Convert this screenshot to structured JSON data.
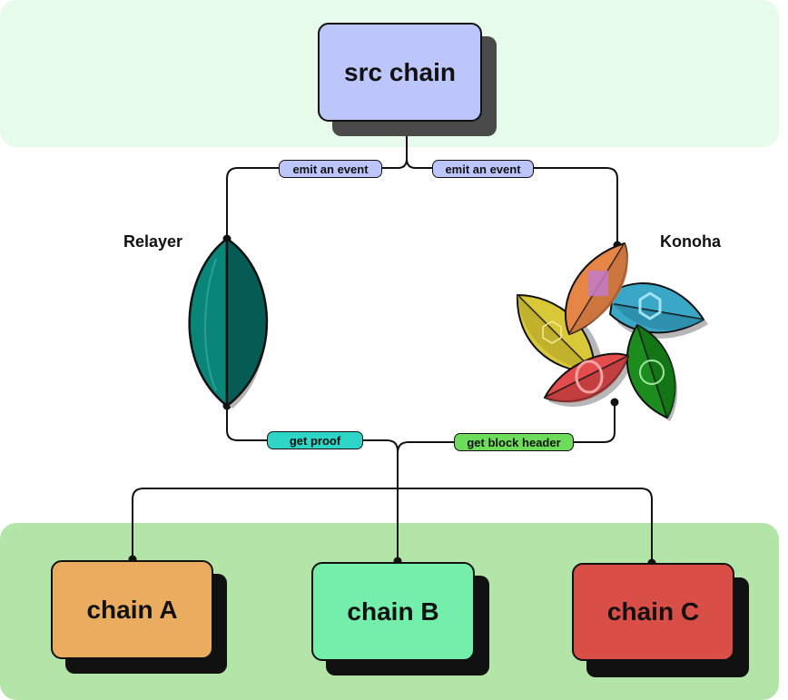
{
  "nodes": {
    "src": {
      "label": "src chain",
      "color": "#bcc6fa"
    },
    "chain_a": {
      "label": "chain A",
      "color": "#eaad60"
    },
    "chain_b": {
      "label": "chain B",
      "color": "#73eeab"
    },
    "chain_c": {
      "label": "chain C",
      "color": "#d94f48"
    }
  },
  "agents": {
    "relayer": {
      "label": "Relayer",
      "leaf_colors": [
        "#0a8579",
        "#075b55"
      ]
    },
    "konoha": {
      "label": "Konoha"
    }
  },
  "edges": {
    "emit_left": {
      "label": "emit an event",
      "color": "#bcc6fa"
    },
    "emit_right": {
      "label": "emit an event",
      "color": "#bcc6fa"
    },
    "get_proof": {
      "label": "get proof",
      "color": "#2ed6c7"
    },
    "get_header": {
      "label": "get block header",
      "color": "#6ddc5a"
    }
  },
  "bands": {
    "top_color": "#e6fbea",
    "bottom_color": "#b3e5a8"
  }
}
